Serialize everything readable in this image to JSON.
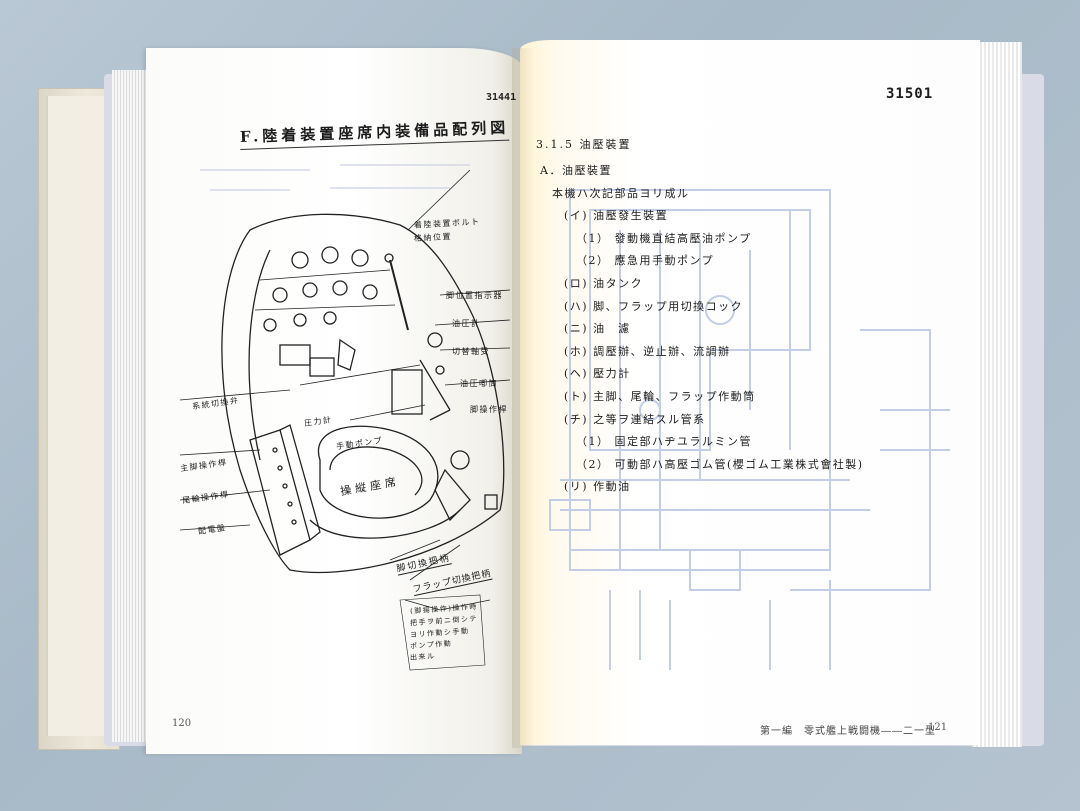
{
  "left_page": {
    "header_number": "31441",
    "page_number": "120",
    "title": "F.陸着装置座席内装備品配列図",
    "labels": {
      "top": "着陸装置ボルト",
      "top2": "格納位置",
      "lever_a": "脚位置指示器",
      "lever_b": "油圧計",
      "lever_c": "切替軸受",
      "lever_d": "油圧喞筒",
      "lever_e": "脚操作桿",
      "gauge": "圧力計",
      "pump": "手動ポンプ",
      "l1": "系統切換弁",
      "l2": "主脚操作桿",
      "l3": "尾輪操作桿",
      "l4": "配電盤",
      "seat": "操縦座席",
      "bottom1": "脚切換把柄",
      "bottom2": "フラップ切換把柄",
      "note1": "(脚揚操作)操作時",
      "note2": "把手ヲ前ニ倒シテ",
      "note3": "ヨリ作動シ手動",
      "note4": "ポンプ作動",
      "note5": "出来ル"
    }
  },
  "right_page": {
    "header_number": "31501",
    "page_number": "121",
    "footer_text": "第一編　零式艦上戦闘機――二一型",
    "section": "3.1.5 油壓裝置",
    "lines": [
      {
        "indent": 0,
        "text": "A．油壓裝置"
      },
      {
        "indent": 1,
        "text": "本機ハ次記部品ヨリ成ル"
      },
      {
        "indent": 2,
        "text": "(イ) 油壓發生裝置"
      },
      {
        "indent": 3,
        "text": "（1） 發動機直結高壓油ポンプ"
      },
      {
        "indent": 3,
        "text": "（2） 應急用手動ポンプ"
      },
      {
        "indent": 2,
        "text": "(ロ) 油タンク"
      },
      {
        "indent": 2,
        "text": "(ハ) 脚、フラップ用切換コック"
      },
      {
        "indent": 2,
        "text": "(ニ) 油　濾"
      },
      {
        "indent": 2,
        "text": "(ホ) 調壓辦、逆止辦、流調辦"
      },
      {
        "indent": 2,
        "text": "(ヘ) 壓力計"
      },
      {
        "indent": 2,
        "text": "(ト) 主脚、尾輪、フラップ作動筒"
      },
      {
        "indent": 2,
        "text": "(チ) 之等ヲ連結スル管系"
      },
      {
        "indent": 3,
        "text": "（1） 固定部ハヂユラルミン管"
      },
      {
        "indent": 3,
        "text": "（2） 可動部ハ高壓ゴム管(櫻ゴム工業株式會社製)"
      },
      {
        "indent": 2,
        "text": "(リ) 作動油"
      }
    ]
  },
  "colors": {
    "ink": "#1c1c1c",
    "faint_ink": "#b7c3e2",
    "page": "#ffffff",
    "background": "#aebdc9"
  }
}
